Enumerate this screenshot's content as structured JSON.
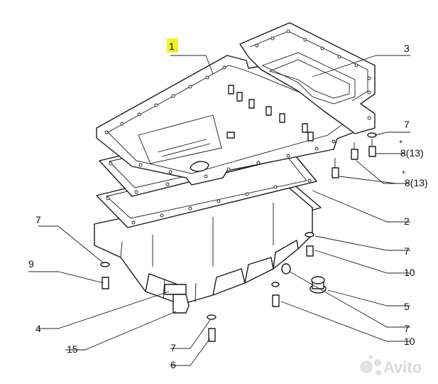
{
  "callouts": {
    "c1": "1",
    "c2": "2",
    "c3": "3",
    "c4": "4",
    "c5": "5",
    "c6": "6",
    "c7a": "7",
    "c7b": "7",
    "c7c": "7",
    "c7d": "7",
    "c7e": "7",
    "c8a": "8(13)",
    "c8b": "8(13)",
    "c9": "9",
    "c10a": "10",
    "c10b": "10",
    "c15": "15",
    "star": "*"
  },
  "highlight_color": "#f2ee2a",
  "watermark": {
    "text": "Avito",
    "icon": "avito-logo-icon"
  }
}
